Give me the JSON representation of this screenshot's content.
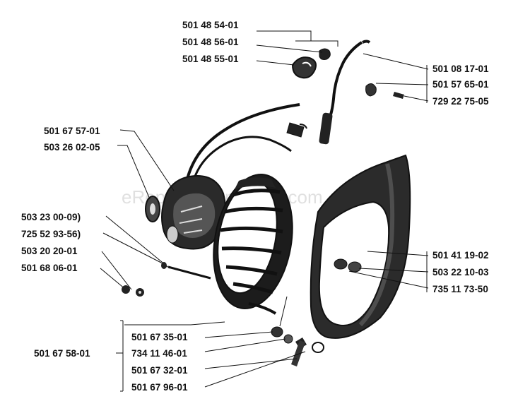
{
  "watermark": "eReplacementParts.com",
  "callouts": {
    "cord_clip_a": "501 48 54-01",
    "cord_clip_b": "501 48 56-01",
    "cord_clip_c": "501 48 55-01",
    "hv_lead": "501 08 17-01",
    "contact_spring": "501 57 65-01",
    "contact_screw": "729 22 75-05",
    "ignition_module": "501 67 57-01",
    "module_grommet": "503 26 02-05",
    "module_screw_a": "503 23 00-09",
    "module_screw_b": "725 52 93-56",
    "module_washer": "503 20 20-01",
    "module_nut": "501 68 06-01",
    "cover_a": "501 41 19-02",
    "cover_b": "503 22 10-03",
    "cover_c": "735 11 73-50",
    "flywheel_assembly": "501 67 58-01",
    "flywheel_nut": "501 67 35-01",
    "flywheel_washer": "734 11 46-01",
    "pawl": "501 67 32-01",
    "pawl_screw": "501 67 96-01"
  },
  "label_suffixes": {
    "module_screw_a": ")",
    "module_screw_b": ")"
  }
}
